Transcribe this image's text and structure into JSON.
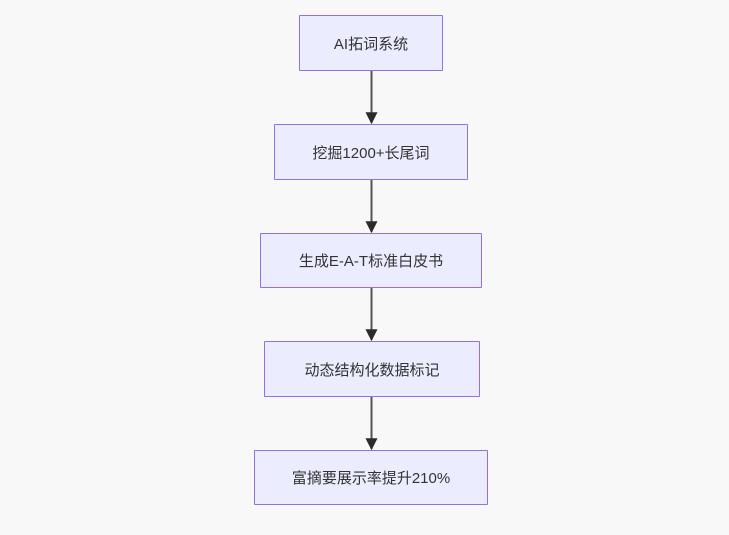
{
  "flowchart": {
    "type": "flowchart-top-down",
    "nodes": [
      {
        "id": "n1",
        "label": "AI拓词系统"
      },
      {
        "id": "n2",
        "label": "挖掘1200+长尾词"
      },
      {
        "id": "n3",
        "label": "生成E-A-T标准白皮书"
      },
      {
        "id": "n4",
        "label": "动态结构化数据标记"
      },
      {
        "id": "n5",
        "label": "富摘要展示率提升210%"
      }
    ],
    "edges": [
      {
        "from": "n1",
        "to": "n2"
      },
      {
        "from": "n2",
        "to": "n3"
      },
      {
        "from": "n3",
        "to": "n4"
      },
      {
        "from": "n4",
        "to": "n5"
      }
    ],
    "colors": {
      "node_fill": "#ECECFF",
      "node_border": "#9370DB",
      "edge_line": "#555555",
      "arrowhead": "#2b2b2b",
      "text": "#333333",
      "background": "#f8f8f8"
    }
  }
}
